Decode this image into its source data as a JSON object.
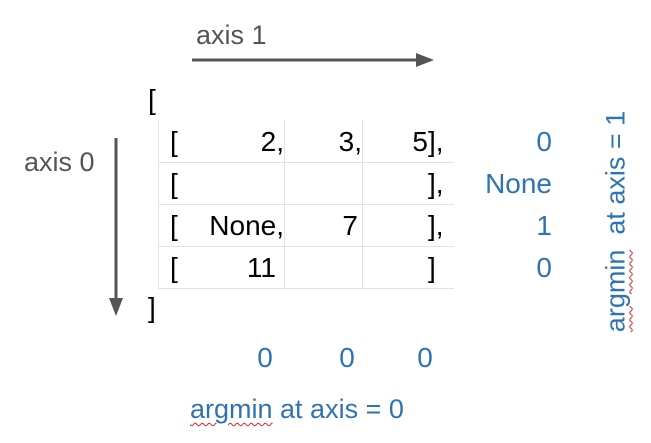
{
  "axis1_label": "axis 1",
  "axis0_label": "axis 0",
  "outer_open": "[",
  "outer_close": "]",
  "rows": [
    {
      "open": "[",
      "cells": [
        "2,",
        "3,",
        "5"
      ],
      "close": "],",
      "argmin": "0"
    },
    {
      "open": "[",
      "cells": [
        "",
        "",
        ""
      ],
      "close": "],",
      "argmin": "None"
    },
    {
      "open": "[",
      "cells": [
        "None,",
        "7",
        ""
      ],
      "close": "],",
      "argmin": "1"
    },
    {
      "open": "[",
      "cells": [
        "11",
        "",
        ""
      ],
      "close": "]",
      "argmin": "0"
    }
  ],
  "col_argmin": [
    "0",
    "0",
    "0"
  ],
  "bottom_label": {
    "pre": "argmin",
    "post": " at axis = 0"
  },
  "side_label": {
    "pre": "argmin",
    "post": "  at axis = 1"
  },
  "colors": {
    "arrow": "#555555",
    "result": "#2e74b5",
    "grid": "#e3e3e3"
  }
}
